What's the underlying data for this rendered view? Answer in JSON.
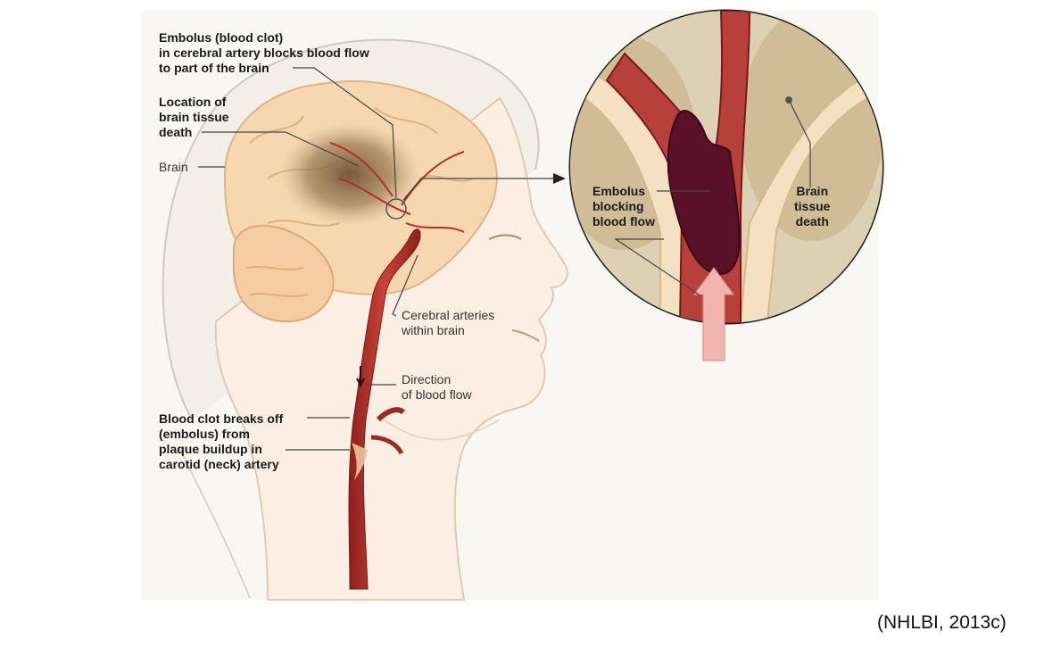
{
  "figure": {
    "labels": {
      "embolus_in_artery": "Embolus (blood clot)\nin cerebral artery blocks blood flow\nto part of the brain",
      "location_tissue_death": "Location of\nbrain tissue\ndeath",
      "brain": "Brain",
      "cerebral_arteries": "Cerebral arteries\nwithin brain",
      "direction_blood_flow": "Direction\nof blood flow",
      "clot_breaks_off": "Blood clot breaks off\n(embolus) from\nplaque buildup in\ncarotid (neck) artery",
      "inset_embolus": "Embolus\nblocking\nblood flow",
      "inset_tissue_death": "Brain\ntissue\ndeath"
    },
    "citation": "(NHLBI, 2013c)"
  },
  "colors": {
    "panel_background": "#f8f7f2",
    "brain": "#f6d7b0",
    "tissue_death": "#8a6a4a",
    "artery": "#b0302c",
    "embolus": "#5a1028",
    "skin": "#fbeee3"
  }
}
